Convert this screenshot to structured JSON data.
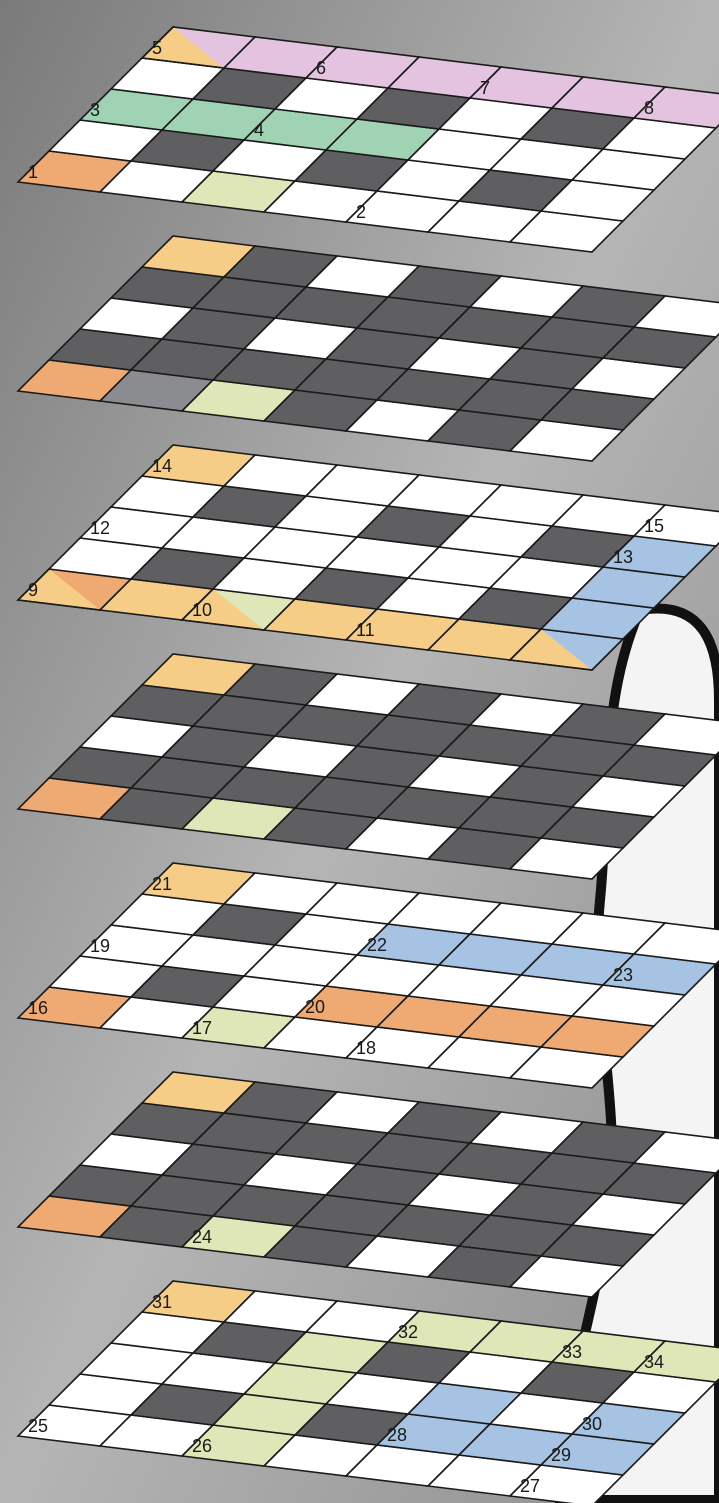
{
  "puzzle": {
    "grid": {
      "rows": 5,
      "cols": 7
    },
    "colors": {
      "white": "#ffffff",
      "black": "#5f5f62",
      "mid_gray": "#8a8c90",
      "orange": "#eeaa72",
      "yellow": "#f6cd86",
      "green": "#dfe6b8",
      "teal": "#9fd3b3",
      "purple": "#e3c3df",
      "blue": "#a7c3e4",
      "stroke": "#1a1a1a",
      "bg_dark": "#6e6e6e",
      "bg_light": "#c9c9c9"
    },
    "layers": [
      {
        "cells": [
          [
            "W",
            "W",
            "W",
            "W",
            "W",
            "W",
            "W"
          ],
          [
            "W",
            "B",
            "W",
            "B",
            "W",
            "B",
            "W"
          ],
          [
            "W",
            "W",
            "W",
            "W",
            "W",
            "W",
            "W"
          ],
          [
            "W",
            "B",
            "W",
            "B",
            "W",
            "B",
            "W"
          ],
          [
            "W",
            "W",
            "W",
            "W",
            "W",
            "W",
            "W"
          ]
        ],
        "fills": [
          {
            "r": 0,
            "c": 0,
            "k": "orange"
          },
          {
            "r": 0,
            "c": 2,
            "k": "green"
          },
          {
            "r": 2,
            "c": 0,
            "k": "teal"
          },
          {
            "r": 2,
            "c": 1,
            "k": "teal"
          },
          {
            "r": 2,
            "c": 2,
            "k": "teal"
          },
          {
            "r": 2,
            "c": 3,
            "k": "teal"
          },
          {
            "r": 4,
            "c": 0,
            "k": "yellow",
            "k2": "purple"
          },
          {
            "r": 4,
            "c": 1,
            "k": "purple"
          },
          {
            "r": 4,
            "c": 2,
            "k": "purple"
          },
          {
            "r": 4,
            "c": 3,
            "k": "purple"
          },
          {
            "r": 4,
            "c": 4,
            "k": "purple"
          },
          {
            "r": 4,
            "c": 5,
            "k": "purple"
          },
          {
            "r": 4,
            "c": 6,
            "k": "purple"
          }
        ],
        "nums": [
          {
            "r": 0,
            "c": 0,
            "n": "1"
          },
          {
            "r": 0,
            "c": 4,
            "n": "2"
          },
          {
            "r": 2,
            "c": 0,
            "n": "3"
          },
          {
            "r": 2,
            "c": 2,
            "n": "4"
          },
          {
            "r": 4,
            "c": 0,
            "n": "5"
          },
          {
            "r": 4,
            "c": 2,
            "n": "6"
          },
          {
            "r": 4,
            "c": 4,
            "n": "7"
          },
          {
            "r": 4,
            "c": 6,
            "n": "8"
          }
        ]
      },
      {
        "cells": [
          [
            "W",
            "B",
            "W",
            "B",
            "W",
            "B",
            "W"
          ],
          [
            "B",
            "B",
            "B",
            "B",
            "B",
            "B",
            "B"
          ],
          [
            "W",
            "B",
            "W",
            "B",
            "W",
            "B",
            "W"
          ],
          [
            "B",
            "B",
            "B",
            "B",
            "B",
            "B",
            "B"
          ],
          [
            "W",
            "B",
            "W",
            "B",
            "W",
            "B",
            "W"
          ]
        ],
        "fills": [
          {
            "r": 0,
            "c": 0,
            "k": "orange"
          },
          {
            "r": 0,
            "c": 1,
            "k": "mid_gray"
          },
          {
            "r": 0,
            "c": 2,
            "k": "green"
          },
          {
            "r": 4,
            "c": 0,
            "k": "yellow"
          }
        ],
        "nums": []
      },
      {
        "cells": [
          [
            "W",
            "W",
            "W",
            "W",
            "W",
            "W",
            "W"
          ],
          [
            "W",
            "B",
            "W",
            "B",
            "W",
            "B",
            "W"
          ],
          [
            "W",
            "W",
            "W",
            "W",
            "W",
            "W",
            "W"
          ],
          [
            "W",
            "B",
            "W",
            "B",
            "W",
            "B",
            "W"
          ],
          [
            "W",
            "W",
            "W",
            "W",
            "W",
            "W",
            "W"
          ]
        ],
        "fills": [
          {
            "r": 0,
            "c": 0,
            "k": "yellow",
            "k2": "orange"
          },
          {
            "r": 0,
            "c": 1,
            "k": "yellow"
          },
          {
            "r": 0,
            "c": 2,
            "k": "yellow",
            "k2": "green"
          },
          {
            "r": 0,
            "c": 3,
            "k": "yellow"
          },
          {
            "r": 0,
            "c": 4,
            "k": "yellow"
          },
          {
            "r": 0,
            "c": 5,
            "k": "yellow"
          },
          {
            "r": 0,
            "c": 6,
            "k": "yellow",
            "k2": "blue"
          },
          {
            "r": 1,
            "c": 6,
            "k": "blue"
          },
          {
            "r": 2,
            "c": 6,
            "k": "blue"
          },
          {
            "r": 3,
            "c": 6,
            "k": "blue"
          },
          {
            "r": 4,
            "c": 0,
            "k": "yellow"
          }
        ],
        "nums": [
          {
            "r": 0,
            "c": 0,
            "n": "9"
          },
          {
            "r": 0,
            "c": 2,
            "n": "10"
          },
          {
            "r": 0,
            "c": 4,
            "n": "11"
          },
          {
            "r": 2,
            "c": 0,
            "n": "12"
          },
          {
            "r": 3,
            "c": 6,
            "n": "13"
          },
          {
            "r": 4,
            "c": 0,
            "n": "14"
          },
          {
            "r": 4,
            "c": 6,
            "n": "15"
          }
        ]
      },
      {
        "cells": [
          [
            "W",
            "B",
            "W",
            "B",
            "W",
            "B",
            "W"
          ],
          [
            "B",
            "B",
            "B",
            "B",
            "B",
            "B",
            "B"
          ],
          [
            "W",
            "B",
            "W",
            "B",
            "W",
            "B",
            "W"
          ],
          [
            "B",
            "B",
            "B",
            "B",
            "B",
            "B",
            "B"
          ],
          [
            "W",
            "B",
            "W",
            "B",
            "W",
            "B",
            "W"
          ]
        ],
        "fills": [
          {
            "r": 0,
            "c": 0,
            "k": "orange"
          },
          {
            "r": 0,
            "c": 2,
            "k": "green"
          },
          {
            "r": 4,
            "c": 0,
            "k": "yellow"
          }
        ],
        "nums": []
      },
      {
        "cells": [
          [
            "W",
            "W",
            "W",
            "W",
            "W",
            "W",
            "W"
          ],
          [
            "W",
            "B",
            "W",
            "B",
            "W",
            "B",
            "W"
          ],
          [
            "W",
            "W",
            "W",
            "W",
            "W",
            "W",
            "W"
          ],
          [
            "W",
            "B",
            "W",
            "B",
            "W",
            "B",
            "W"
          ],
          [
            "W",
            "W",
            "W",
            "W",
            "W",
            "W",
            "W"
          ]
        ],
        "fills": [
          {
            "r": 0,
            "c": 0,
            "k": "orange"
          },
          {
            "r": 0,
            "c": 2,
            "k": "green"
          },
          {
            "r": 1,
            "c": 3,
            "k": "orange"
          },
          {
            "r": 1,
            "c": 4,
            "k": "orange"
          },
          {
            "r": 1,
            "c": 5,
            "k": "orange"
          },
          {
            "r": 1,
            "c": 6,
            "k": "orange"
          },
          {
            "r": 3,
            "c": 3,
            "k": "blue"
          },
          {
            "r": 3,
            "c": 4,
            "k": "blue"
          },
          {
            "r": 3,
            "c": 5,
            "k": "blue"
          },
          {
            "r": 3,
            "c": 6,
            "k": "blue"
          },
          {
            "r": 4,
            "c": 0,
            "k": "yellow"
          }
        ],
        "nums": [
          {
            "r": 0,
            "c": 0,
            "n": "16"
          },
          {
            "r": 0,
            "c": 2,
            "n": "17"
          },
          {
            "r": 0,
            "c": 4,
            "n": "18"
          },
          {
            "r": 2,
            "c": 0,
            "n": "19"
          },
          {
            "r": 1,
            "c": 3,
            "n": "20"
          },
          {
            "r": 4,
            "c": 0,
            "n": "21"
          },
          {
            "r": 3,
            "c": 3,
            "n": "22"
          },
          {
            "r": 3,
            "c": 6,
            "n": "23"
          }
        ]
      },
      {
        "cells": [
          [
            "W",
            "B",
            "W",
            "B",
            "W",
            "B",
            "W"
          ],
          [
            "B",
            "B",
            "B",
            "B",
            "B",
            "B",
            "B"
          ],
          [
            "W",
            "B",
            "W",
            "B",
            "W",
            "B",
            "W"
          ],
          [
            "B",
            "B",
            "B",
            "B",
            "B",
            "B",
            "B"
          ],
          [
            "W",
            "B",
            "W",
            "B",
            "W",
            "B",
            "W"
          ]
        ],
        "fills": [
          {
            "r": 0,
            "c": 0,
            "k": "orange"
          },
          {
            "r": 0,
            "c": 2,
            "k": "green"
          },
          {
            "r": 4,
            "c": 0,
            "k": "yellow"
          }
        ],
        "nums": [
          {
            "r": 0,
            "c": 2,
            "n": "24"
          }
        ]
      },
      {
        "cells": [
          [
            "W",
            "W",
            "W",
            "W",
            "W",
            "W",
            "W"
          ],
          [
            "W",
            "B",
            "W",
            "B",
            "W",
            "B",
            "W"
          ],
          [
            "W",
            "W",
            "W",
            "W",
            "W",
            "W",
            "W"
          ],
          [
            "W",
            "B",
            "W",
            "B",
            "W",
            "B",
            "W"
          ],
          [
            "W",
            "W",
            "W",
            "W",
            "W",
            "W",
            "W"
          ]
        ],
        "fills": [
          {
            "r": 0,
            "c": 2,
            "k": "green"
          },
          {
            "r": 1,
            "c": 2,
            "k": "green"
          },
          {
            "r": 2,
            "c": 2,
            "k": "green"
          },
          {
            "r": 3,
            "c": 2,
            "k": "green"
          },
          {
            "r": 4,
            "c": 3,
            "k": "green"
          },
          {
            "r": 4,
            "c": 4,
            "k": "green"
          },
          {
            "r": 4,
            "c": 5,
            "k": "green"
          },
          {
            "r": 4,
            "c": 6,
            "k": "green"
          },
          {
            "r": 1,
            "c": 4,
            "k": "blue"
          },
          {
            "r": 1,
            "c": 5,
            "k": "blue"
          },
          {
            "r": 1,
            "c": 6,
            "k": "blue"
          },
          {
            "r": 2,
            "c": 4,
            "k": "blue"
          },
          {
            "r": 2,
            "c": 6,
            "k": "blue"
          },
          {
            "r": 4,
            "c": 0,
            "k": "yellow"
          }
        ],
        "nums": [
          {
            "r": 0,
            "c": 0,
            "n": "25"
          },
          {
            "r": 0,
            "c": 2,
            "n": "26"
          },
          {
            "r": 0,
            "c": 6,
            "n": "27"
          },
          {
            "r": 1,
            "c": 4,
            "n": "28"
          },
          {
            "r": 1,
            "c": 6,
            "n": "29"
          },
          {
            "r": 2,
            "c": 6,
            "n": "30"
          },
          {
            "r": 4,
            "c": 0,
            "n": "31"
          },
          {
            "r": 4,
            "c": 3,
            "n": "32"
          },
          {
            "r": 4,
            "c": 5,
            "n": "33"
          },
          {
            "r": 4,
            "c": 6,
            "n": "34"
          }
        ]
      }
    ]
  }
}
